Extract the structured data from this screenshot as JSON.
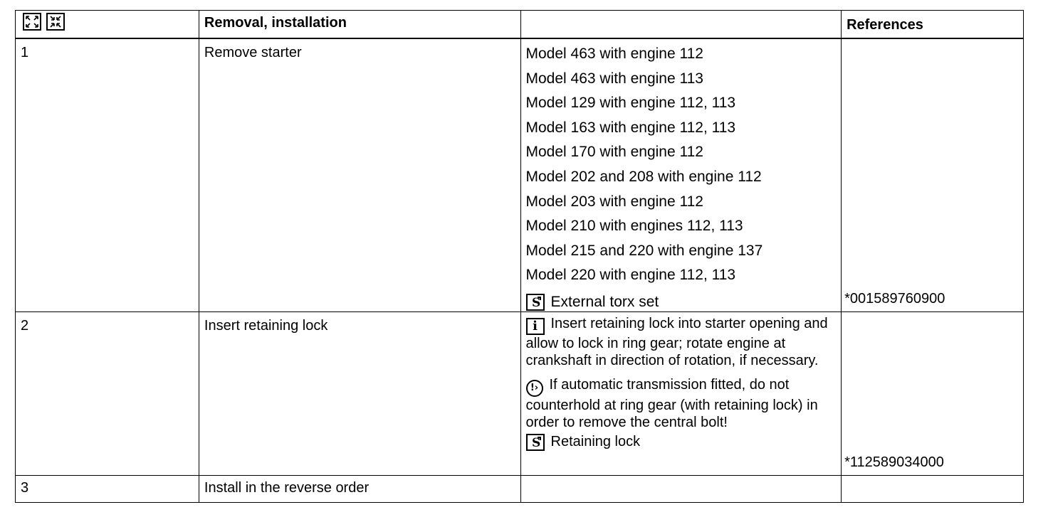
{
  "header": {
    "icons": [
      "expand-all-icon",
      "collapse-all-icon"
    ],
    "col2": "Removal, installation",
    "col3": "",
    "col4": "References"
  },
  "steps": [
    {
      "number": "1",
      "action": "Remove starter",
      "models": [
        "Model 463 with engine 112",
        "Model 463 with engine 113",
        "Model 129 with engine 112, 113",
        "Model 163 with engine 112, 113",
        "Model 170 with engine 112",
        "Model 202 and 208 with engine 112",
        "Model 203 with engine 112",
        "Model 210 with engines 112, 113",
        "Model 215 and 220 with engine 137",
        "Model 220 with engine 112, 113"
      ],
      "tool": "External torx set",
      "tool_icon": "special-tool-icon",
      "reference": "*001589760900"
    },
    {
      "number": "2",
      "action": "Insert retaining lock",
      "info_note": "Insert retaining lock into starter opening and allow to lock in ring gear; rotate engine at crankshaft in direction of rotation, if necessary.",
      "info_icon": "info-icon",
      "caution_note": "If automatic transmission fitted, do not counterhold at ring gear (with retaining lock) in order to remove the central bolt!",
      "caution_icon": "note-icon",
      "tool": "Retaining lock",
      "tool_icon": "special-tool-icon",
      "reference": "*112589034000"
    },
    {
      "number": "3",
      "action": "Install in the reverse order"
    }
  ]
}
